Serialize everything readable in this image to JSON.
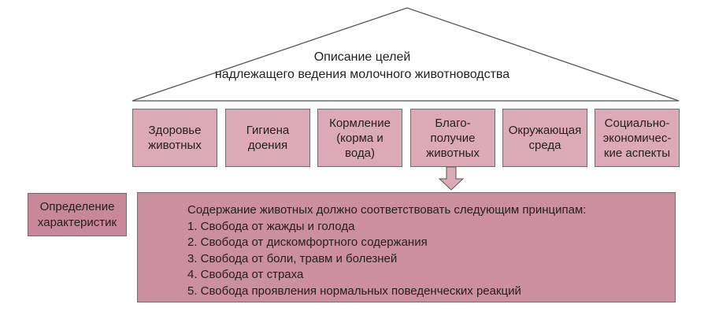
{
  "roof": {
    "line1": "Описание целей",
    "line2": "надлежащего ведения молочного животноводства"
  },
  "pillars": [
    {
      "lines": [
        "Здоровье",
        "животных"
      ]
    },
    {
      "lines": [
        "Гигиена",
        "доения"
      ]
    },
    {
      "lines": [
        "Кормление",
        "(корма и",
        "вода)"
      ]
    },
    {
      "lines": [
        "Благо-",
        "получие",
        "животных"
      ]
    },
    {
      "lines": [
        "Окружающая",
        "среда"
      ]
    },
    {
      "lines": [
        "Социально-",
        "экономичес-",
        "кие аспекты"
      ]
    }
  ],
  "side_label": {
    "line1": "Определение",
    "line2": "характеристик"
  },
  "main_box": {
    "heading": "Содержание животных должно соответствовать следующим принципам:",
    "items": [
      "1. Свобода от жажды и голода",
      "2. Свобода от дискомфортного содержания",
      "3. Свобода от боли, травм и болезней",
      "4. Свобода от страха",
      "5. Свобода проявления нормальных поведенческих реакций"
    ]
  },
  "colors": {
    "pillar_fill": "#dcaab6",
    "box_fill": "#cc8f9f",
    "label_fill": "#c8889a",
    "outline": "#6d6d6d"
  }
}
